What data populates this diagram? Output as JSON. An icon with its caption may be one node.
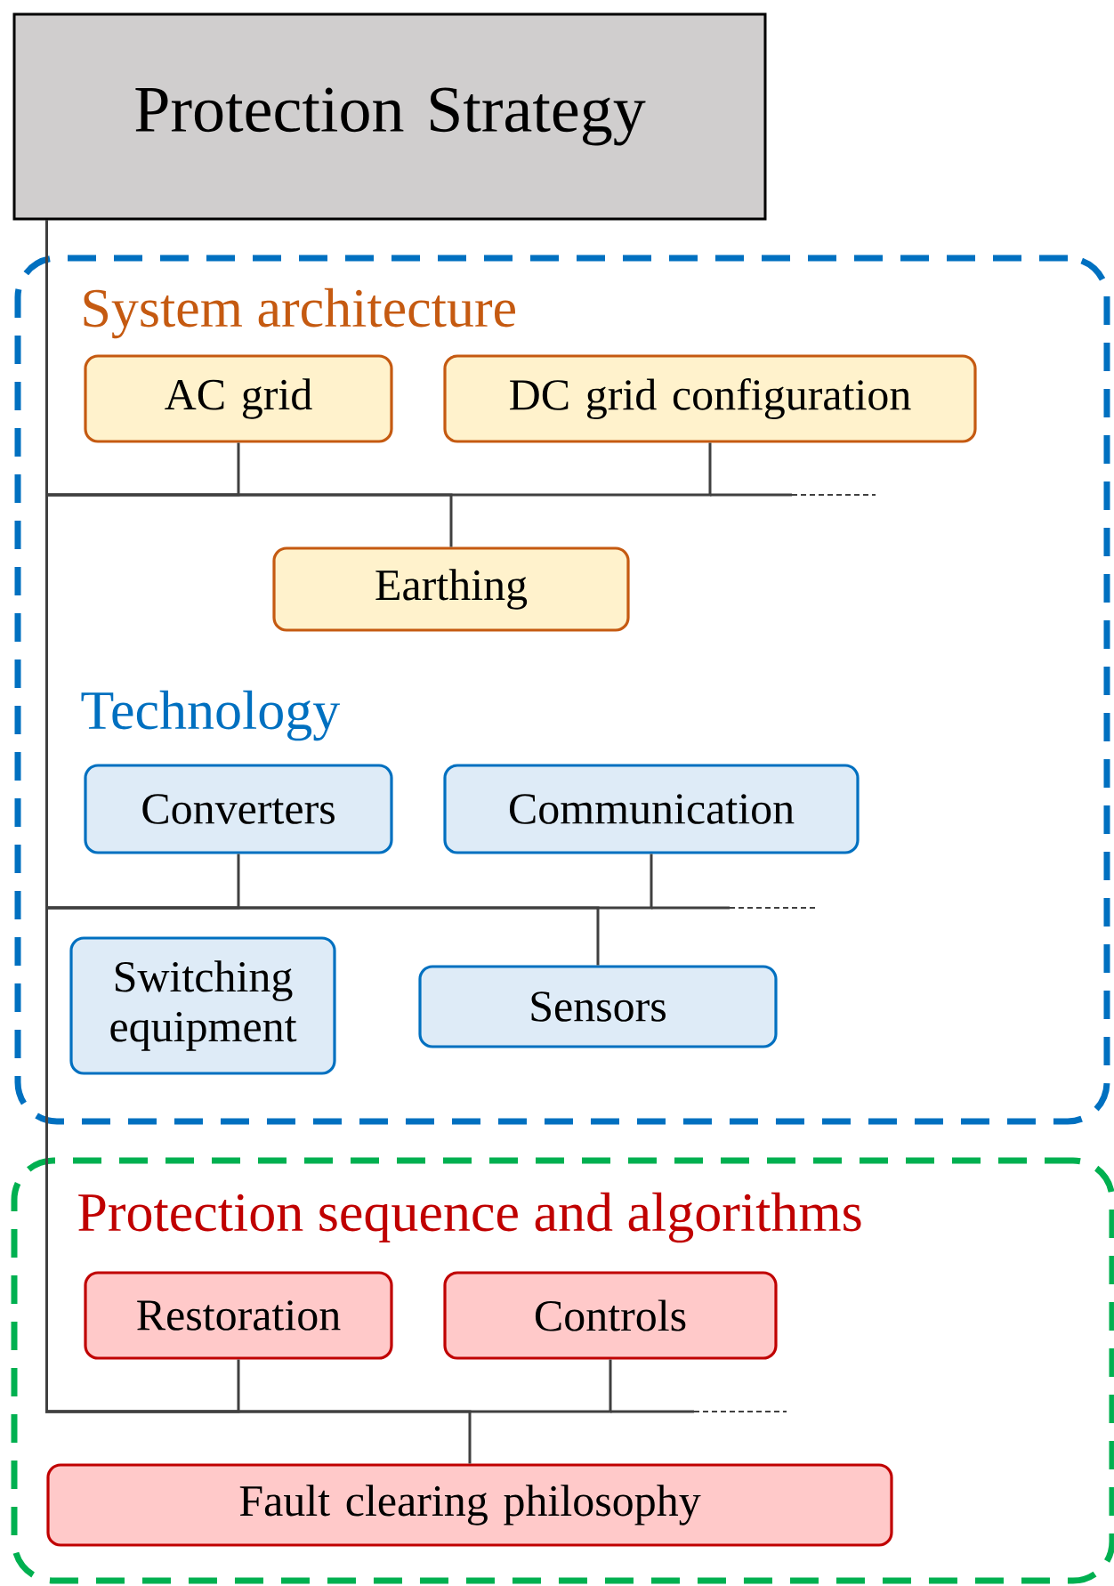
{
  "diagram": {
    "nodes": [
      {
        "text": [
          "Protection Strategy"
        ]
      },
      {
        "text": [
          "System architecture",
          "Technology"
        ]
      },
      {
        "text": [
          "AC grid"
        ],
        "in": 1
      },
      {
        "text": [
          "DC grid configuration"
        ],
        "in": 1
      },
      {
        "text": [
          "Earthing"
        ],
        "in": 1
      },
      {
        "text": [
          "Converters"
        ],
        "in": 1
      },
      {
        "text": [
          "Communication"
        ],
        "in": 1
      },
      {
        "text": [
          "Switching equipment"
        ],
        "in": 1
      },
      {
        "text": [
          "Sensors"
        ],
        "in": 1
      },
      {
        "text": [
          "Protection sequence and algorithms"
        ]
      },
      {
        "text": [
          "Restoration"
        ],
        "in": 9
      },
      {
        "text": [
          "Controls"
        ],
        "in": 9
      },
      {
        "text": [
          "Fault clearing philosophy"
        ],
        "in": 9
      }
    ],
    "edges": [
      {
        "from": 0,
        "to": 2,
        "arrow": "none"
      },
      {
        "from": 0,
        "to": 3,
        "arrow": "none"
      },
      {
        "from": 0,
        "to": 4,
        "arrow": "none"
      },
      {
        "from": 0,
        "to": 5,
        "arrow": "none"
      },
      {
        "from": 0,
        "to": 6,
        "arrow": "none"
      },
      {
        "from": 0,
        "to": 8,
        "arrow": "none"
      },
      {
        "from": 0,
        "to": 10,
        "arrow": "none"
      },
      {
        "from": 0,
        "to": 11,
        "arrow": "none"
      },
      {
        "from": 0,
        "to": 12,
        "arrow": "none"
      }
    ]
  }
}
